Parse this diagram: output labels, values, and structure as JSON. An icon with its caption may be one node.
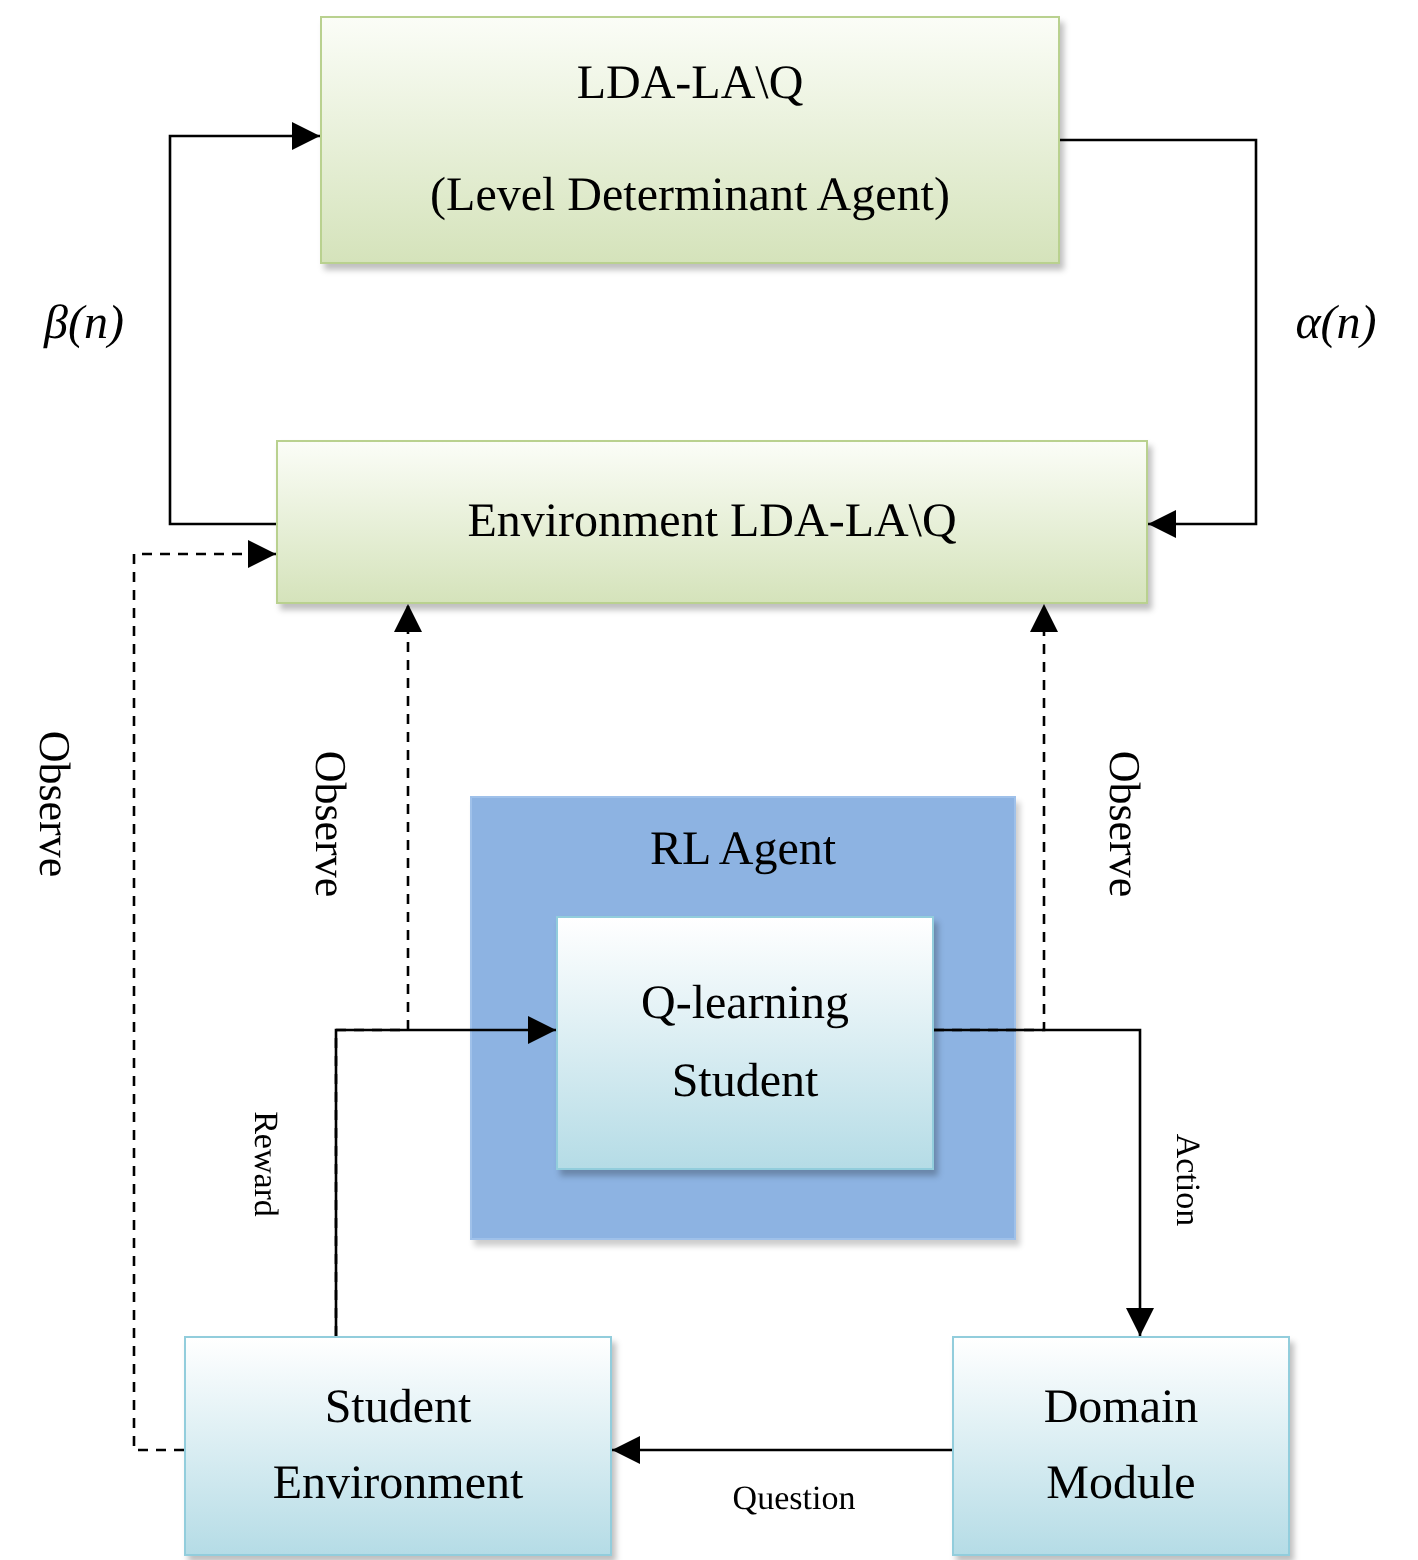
{
  "diagram": {
    "nodes": [
      {
        "text": [
          "LDA-LA\\Q",
          "(Level Determinant Agent)"
        ]
      },
      {
        "text": [
          "Environment LDA-LA\\Q"
        ]
      },
      {
        "text": [
          "RL Agent"
        ]
      },
      {
        "text": [
          "Q-learning Student"
        ],
        "in": 2
      },
      {
        "text": [
          "Student Environment"
        ]
      },
      {
        "text": [
          "Domain Module"
        ]
      }
    ],
    "edges": [
      {
        "from": 1,
        "to": 0,
        "arrow": "to",
        "label": "β(n)"
      },
      {
        "from": 0,
        "to": 1,
        "arrow": "to",
        "label": "α(n)"
      },
      {
        "from": 4,
        "to": 1,
        "arrow": "to",
        "label": "Observe",
        "style": "dashed"
      },
      {
        "from": 4,
        "to": 3,
        "arrow": "to",
        "label": "Reward"
      },
      {
        "from": 4,
        "to": 1,
        "arrow": "to",
        "label": "Observe",
        "style": "dashed"
      },
      {
        "from": 3,
        "to": 5,
        "arrow": "to",
        "label": "Action"
      },
      {
        "from": 3,
        "to": 1,
        "arrow": "to",
        "label": "Observe",
        "style": "dashed"
      },
      {
        "from": 5,
        "to": 4,
        "arrow": "to",
        "label": "Question"
      }
    ]
  }
}
